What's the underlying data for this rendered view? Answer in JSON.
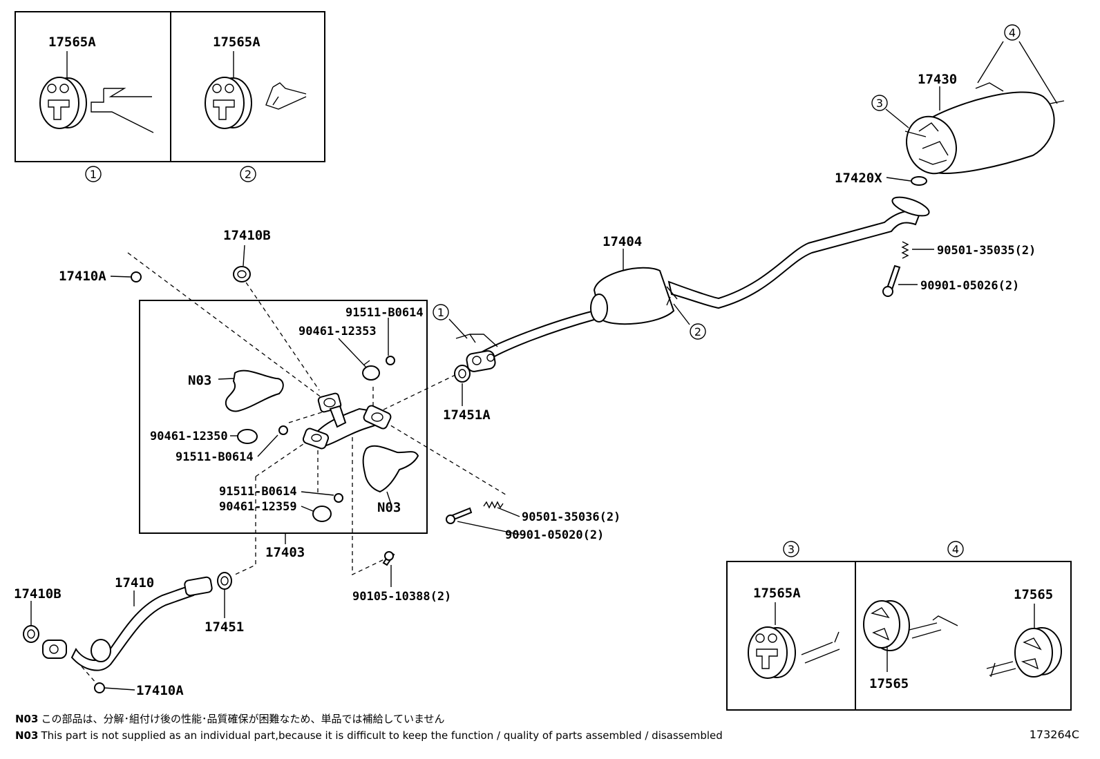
{
  "callouts": {
    "hanger_1_part": "17565A",
    "hanger_2_part": "17565A",
    "hanger_3_part": "17565A",
    "hanger_4_part_top": "17565",
    "hanger_4_part_bottom": "17565",
    "muffler_tail": "17430",
    "gasket_tail": "17420X",
    "center_pipe": "17404",
    "spring_rear": "90501-35035(2)",
    "bolt_rear": "90901-05026(2)",
    "gasket_17451A": "17451A",
    "gasket_17410B_top": "17410B",
    "nut_17410A_top": "17410A",
    "stud_91511_a": "91511-B0614",
    "clamp_90461_12353": "90461-12353",
    "n03_top": "N03",
    "clamp_90461_12350": "90461-12350",
    "stud_91511_b": "91511-B0614",
    "stud_91511_c": "91511-B0614",
    "clamp_90461_12359": "90461-12359",
    "n03_bottom": "N03",
    "spring_front": "90501-35036(2)",
    "bolt_front": "90901-05020(2)",
    "front_pipe_assy": "17403",
    "bolt_90105": "90105-10388(2)",
    "front_pipe": "17410",
    "gasket_17410B_bottom": "17410B",
    "gasket_17451": "17451",
    "nut_17410A_bottom": "17410A"
  },
  "inset_refs": [
    "1",
    "2",
    "3",
    "4"
  ],
  "notes": {
    "jp_prefix": "N03",
    "jp_text": "この部品は、分解･組付け後の性能･品質確保が困難なため、単品では補給していません",
    "en_prefix": "N03",
    "en_text": "This part is not supplied as an individual part,because it is difficult to keep the function / quality of parts assembled / disassembled"
  },
  "diagram_code": "173264C"
}
